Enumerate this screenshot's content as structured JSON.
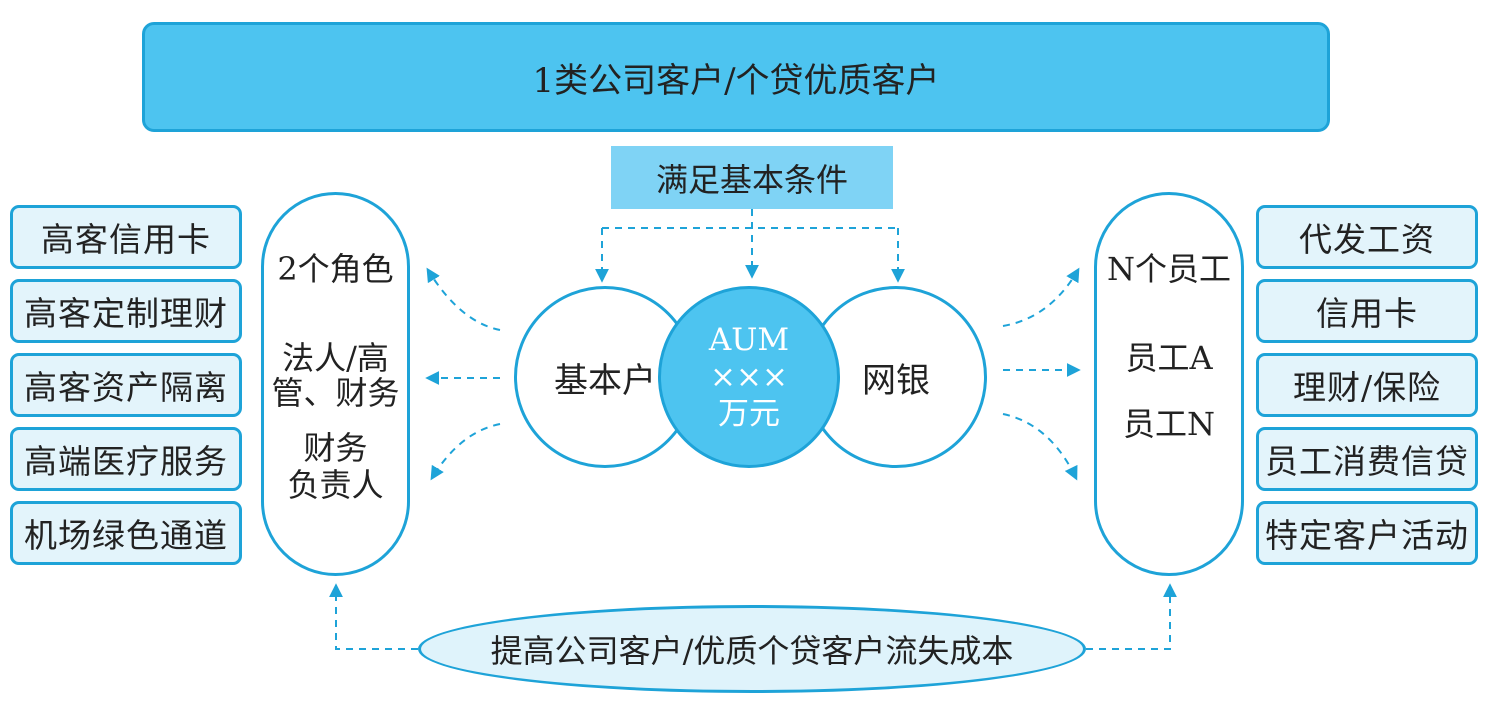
{
  "top_banner": "1类公司客户/个贷优质客户",
  "conditions": "满足基本条件",
  "left_list": [
    "高客信用卡",
    "高客定制理财",
    "高客资产隔离",
    "高端医疗服务",
    "机场绿色通道"
  ],
  "right_list": [
    "代发工资",
    "信用卡",
    "理财/保险",
    "员工消费信贷",
    "特定客户活动"
  ],
  "left_pill": {
    "title": "2个角色",
    "role1_line1": "法人/高",
    "role1_line2": "管、财务",
    "role2_line1": "财务",
    "role2_line2": "负责人"
  },
  "right_pill": {
    "title": "N个员工",
    "emp_a": "员工A",
    "emp_n": "员工N"
  },
  "circles": {
    "left": "基本户",
    "center_line1": "AUM",
    "center_line2": "×××",
    "center_line3": "万元",
    "right": "网银"
  },
  "bottom_ellipse": "提高公司客户/优质个贷客户流失成本",
  "colors": {
    "accent": "#1ea3d8",
    "banner_fill": "#4dc4f0",
    "condition_fill": "#7fd3f5",
    "box_fill": "#e3f4fb",
    "ellipse_fill": "#dff3fb"
  }
}
